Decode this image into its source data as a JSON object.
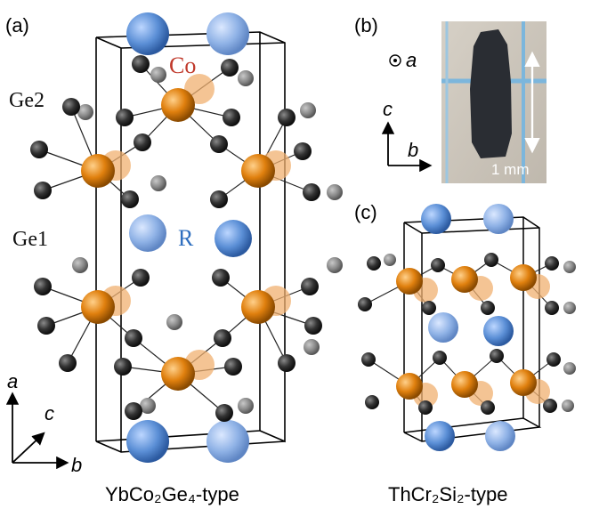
{
  "panels": {
    "a": {
      "tag": "(a)",
      "caption": "YbCo₂Ge₄-type",
      "labels": {
        "co": "Co",
        "ge2": "Ge2",
        "ge1": "Ge1",
        "r": "R"
      },
      "axes": {
        "a": "a",
        "c": "c",
        "b": "b"
      }
    },
    "b": {
      "tag": "(b)",
      "axis_dot": "a",
      "axis_c": "c",
      "axis_b": "b",
      "scale": "1 mm"
    },
    "c": {
      "tag": "(c)",
      "caption": "ThCr₂Si₂-type"
    }
  },
  "colors": {
    "cobalt": "#e0800e",
    "rare_earth": "#5b8fd6",
    "germanium": "#333333",
    "label_co": "#c0392b",
    "label_r": "#2f6fbf"
  }
}
